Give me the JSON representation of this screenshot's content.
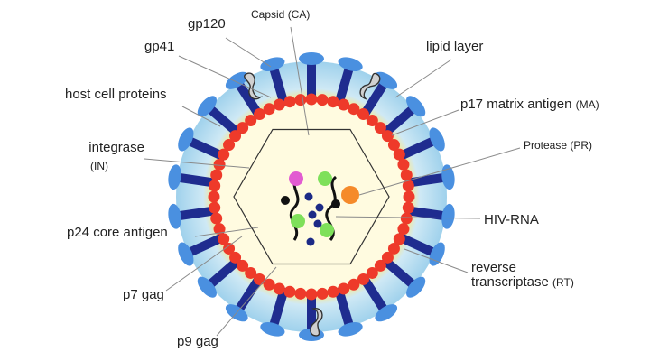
{
  "labels": {
    "capsid": "Capsid (CA)",
    "gp120": "gp120",
    "gp41": "gp41",
    "lipid_layer": "lipid layer",
    "host_cell_proteins": "host cell proteins",
    "p17_matrix": "p17 matrix antigen",
    "p17_matrix_abbr": "(MA)",
    "integrase": "integrase",
    "integrase_abbr": "(IN)",
    "protease": "Protease (PR)",
    "p24": "p24 core antigen",
    "hiv_rna": "HIV-RNA",
    "p7": "p7 gag",
    "reverse": "reverse",
    "transcriptase": "transcriptase",
    "rt_abbr": "(RT)",
    "p9": "p9 gag"
  },
  "colors": {
    "outer_halo": "#a9d6ee",
    "yellow_band": "#fdf3a0",
    "inner_fill": "#fffbe0",
    "matrix_beads": "#ee3a2a",
    "spike_stalk": "#1f2c8f",
    "spike_head": "#4a90e0",
    "host_protein": "#d0d0d0",
    "rna_strand": "#111111",
    "integrase_dot": "#e25bd1",
    "core_protein": "#7ee05a",
    "protease_dot": "#f58a2a",
    "nucleocapsid_dot": "#1c2a86",
    "capsid_outline": "#333333",
    "leader_line": "#8a8a8a"
  }
}
